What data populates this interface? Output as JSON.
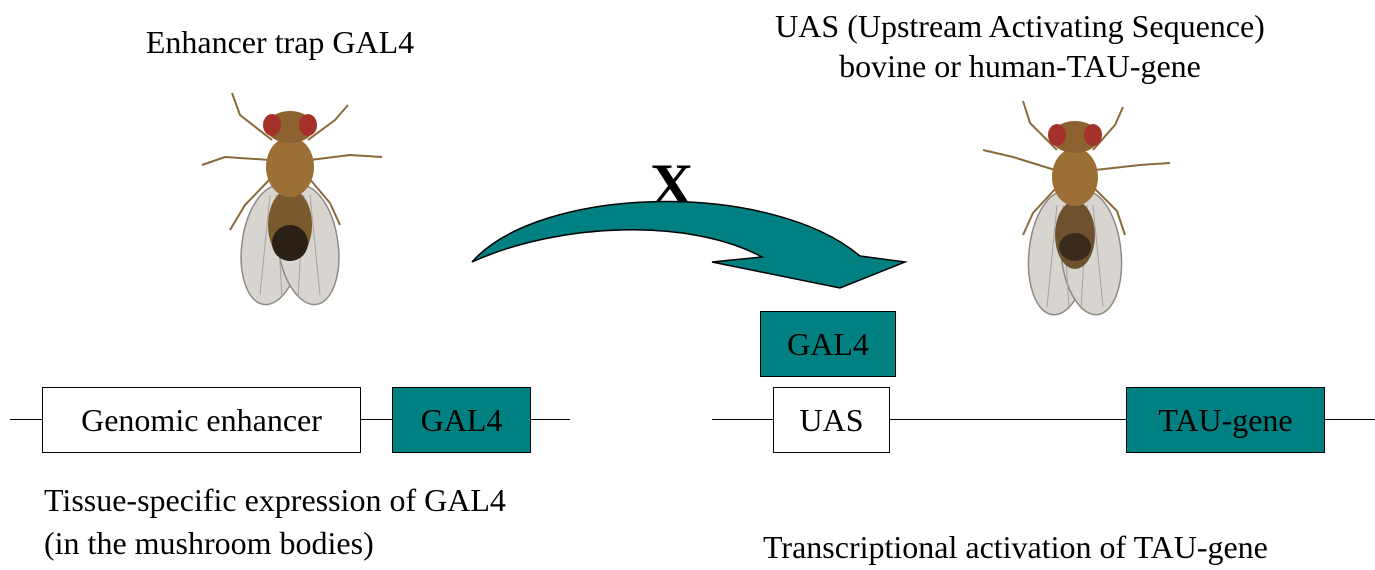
{
  "colors": {
    "teal": "#008080",
    "line": "#000000",
    "text": "#000000"
  },
  "left": {
    "heading": "Enhancer trap GAL4",
    "fly_icon": "fruit-fly",
    "construct": {
      "enhancer_label": "Genomic enhancer",
      "gal4_label": "GAL4"
    },
    "caption_line1": "Tissue-specific expression of GAL4",
    "caption_line2": "(in the mushroom bodies)"
  },
  "right": {
    "heading_line1": "UAS (Upstream Activating Sequence)",
    "heading_line2": "bovine or human-TAU-gene",
    "fly_icon": "fruit-fly",
    "bound_protein_label": "GAL4",
    "construct": {
      "uas_label": "UAS",
      "tau_label": "TAU-gene"
    },
    "caption": "Transcriptional activation of TAU-gene"
  },
  "cross": {
    "symbol": "X",
    "arrow_icon": "curved-arrow"
  }
}
